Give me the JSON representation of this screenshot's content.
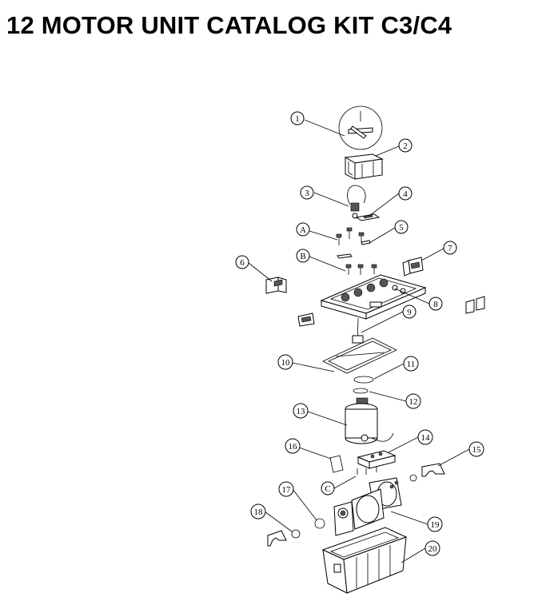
{
  "title": "12  MOTOR UNIT CATALOG KIT C3/C4",
  "callouts": [
    "1",
    "2",
    "3",
    "4",
    "A",
    "5",
    "7",
    "6",
    "B",
    "8",
    "9",
    "10",
    "11",
    "12",
    "13",
    "14",
    "16",
    "15",
    "C",
    "17",
    "18",
    "19",
    "20"
  ]
}
